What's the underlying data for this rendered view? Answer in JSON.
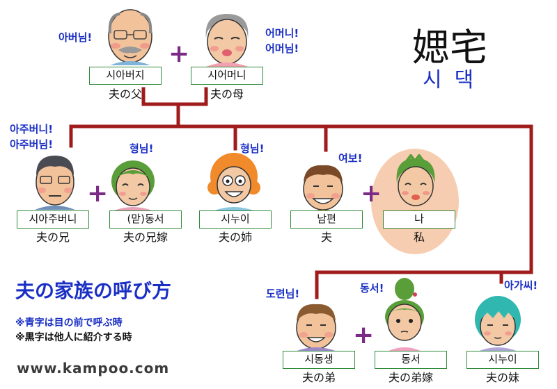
{
  "title": {
    "kanji": "媤宅",
    "korean": "시댁"
  },
  "heading": "夫の家族の呼び方",
  "notes": [
    "※青字は目の前で呼ぶ時",
    "※黒字は他人に紹介する時"
  ],
  "site": "www.kampoo.com",
  "colors": {
    "line": "#a01c1c",
    "callout": "#1a2fc4",
    "box_border": "#2f8a3a",
    "plus": "#7b2a86",
    "self_highlight": "#f6cdb0"
  },
  "plus_sign": "+",
  "grandparents": [
    {
      "name": "시아버지",
      "role": "夫の父",
      "callout": [
        "아버님!"
      ]
    },
    {
      "name": "시어머니",
      "role": "夫の母",
      "callout": [
        "어머니!",
        "어머님!"
      ]
    }
  ],
  "siblings": [
    {
      "name": "시아주버니",
      "role": "夫の兄",
      "callout": [
        "아주버니!",
        "아주버님!"
      ]
    },
    {
      "name": "(맏)동서",
      "role": "夫の兄嫁",
      "callout": [
        "형님!"
      ]
    },
    {
      "name": "시누이",
      "role": "夫の姉",
      "callout": [
        "형님!"
      ]
    },
    {
      "name": "남편",
      "role": "夫",
      "callout": [
        "여보!"
      ]
    },
    {
      "name": "나",
      "role": "私",
      "callout": []
    }
  ],
  "younger": [
    {
      "name": "시동생",
      "role": "夫の弟",
      "callout": [
        "도련님!"
      ]
    },
    {
      "name": "동서",
      "role": "夫の弟嫁",
      "callout": [
        "동서!"
      ]
    },
    {
      "name": "시누이",
      "role": "夫の妹",
      "callout": [
        "아가씨!"
      ]
    }
  ]
}
